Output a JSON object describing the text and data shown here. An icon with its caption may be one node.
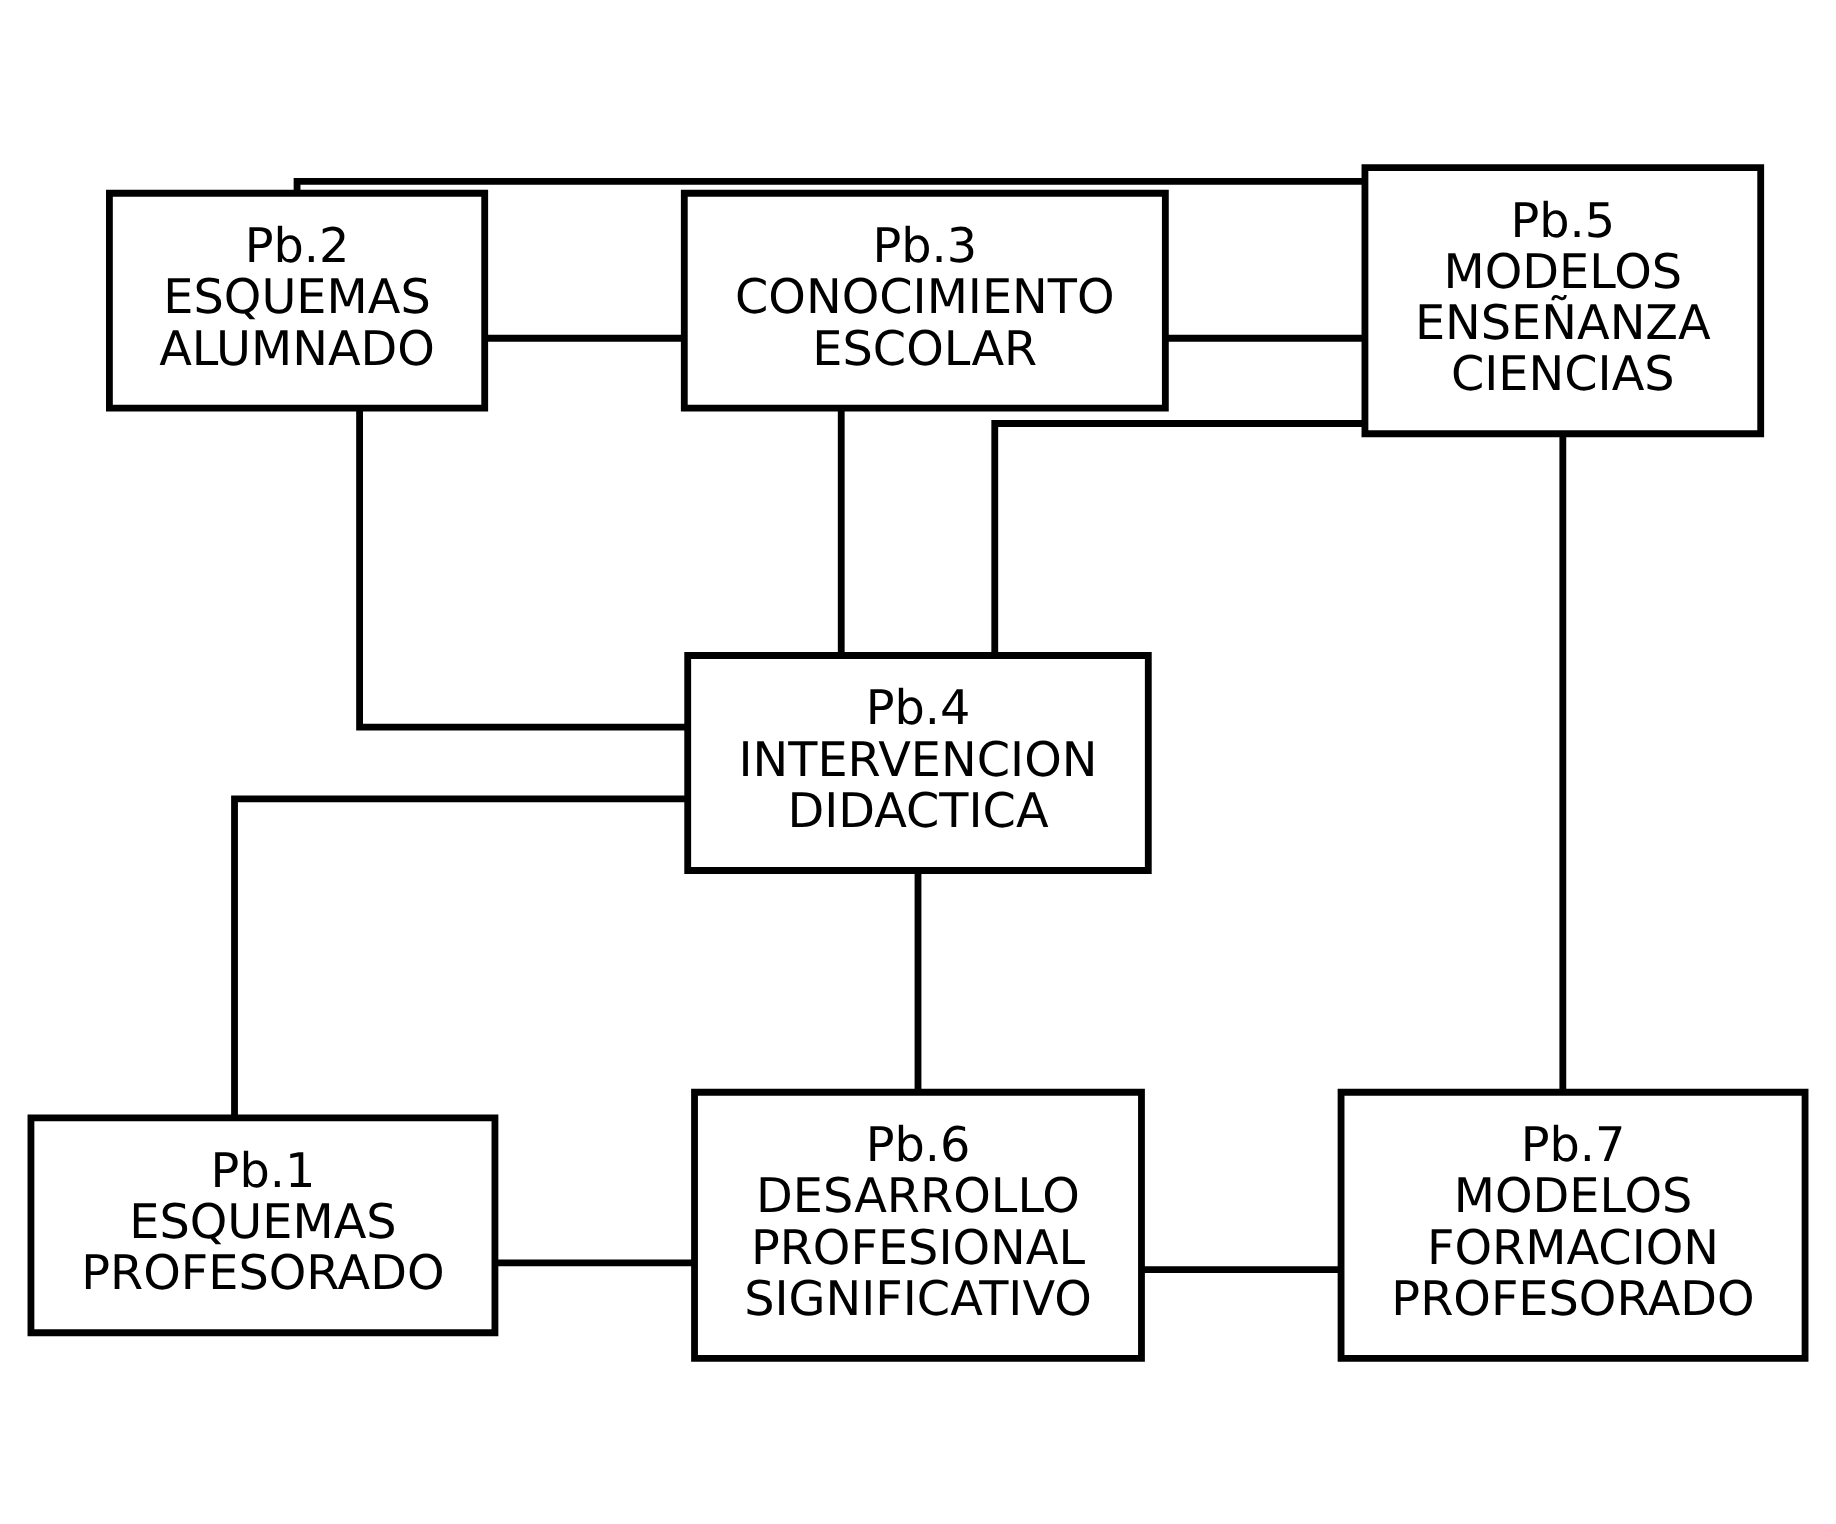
{
  "diagram": {
    "nodes": [
      {
        "text": [
          "Pb.2",
          "ESQUEMAS ALUMNADO"
        ]
      },
      {
        "text": [
          "Pb.3",
          "CONOCIMIENTO ESCOLAR"
        ]
      },
      {
        "text": [
          "Pb.5",
          "MODELOS ENSEÑANZA CIENCIAS"
        ]
      },
      {
        "text": [
          "Pb.4",
          "INTERVENCION DIDACTICA"
        ]
      },
      {
        "text": [
          "Pb.1",
          "ESQUEMAS PROFESORADO"
        ]
      },
      {
        "text": [
          "Pb.6",
          "DESARROLLO PROFESIONAL SIGNIFICATIVO"
        ]
      },
      {
        "text": [
          "Pb.7",
          "MODELOS FORMACION PROFESORADO"
        ]
      }
    ],
    "edges": [
      {
        "from": 0,
        "to": 2,
        "arrow": "none"
      },
      {
        "from": 0,
        "to": 1,
        "arrow": "none"
      },
      {
        "from": 1,
        "to": 2,
        "arrow": "none"
      },
      {
        "from": 0,
        "to": 3,
        "arrow": "none"
      },
      {
        "from": 1,
        "to": 3,
        "arrow": "none"
      },
      {
        "from": 2,
        "to": 3,
        "arrow": "none"
      },
      {
        "from": 3,
        "to": 4,
        "arrow": "none"
      },
      {
        "from": 3,
        "to": 5,
        "arrow": "none"
      },
      {
        "from": 2,
        "to": 6,
        "arrow": "none"
      },
      {
        "from": 4,
        "to": 5,
        "arrow": "none"
      },
      {
        "from": 5,
        "to": 6,
        "arrow": "none"
      }
    ]
  }
}
